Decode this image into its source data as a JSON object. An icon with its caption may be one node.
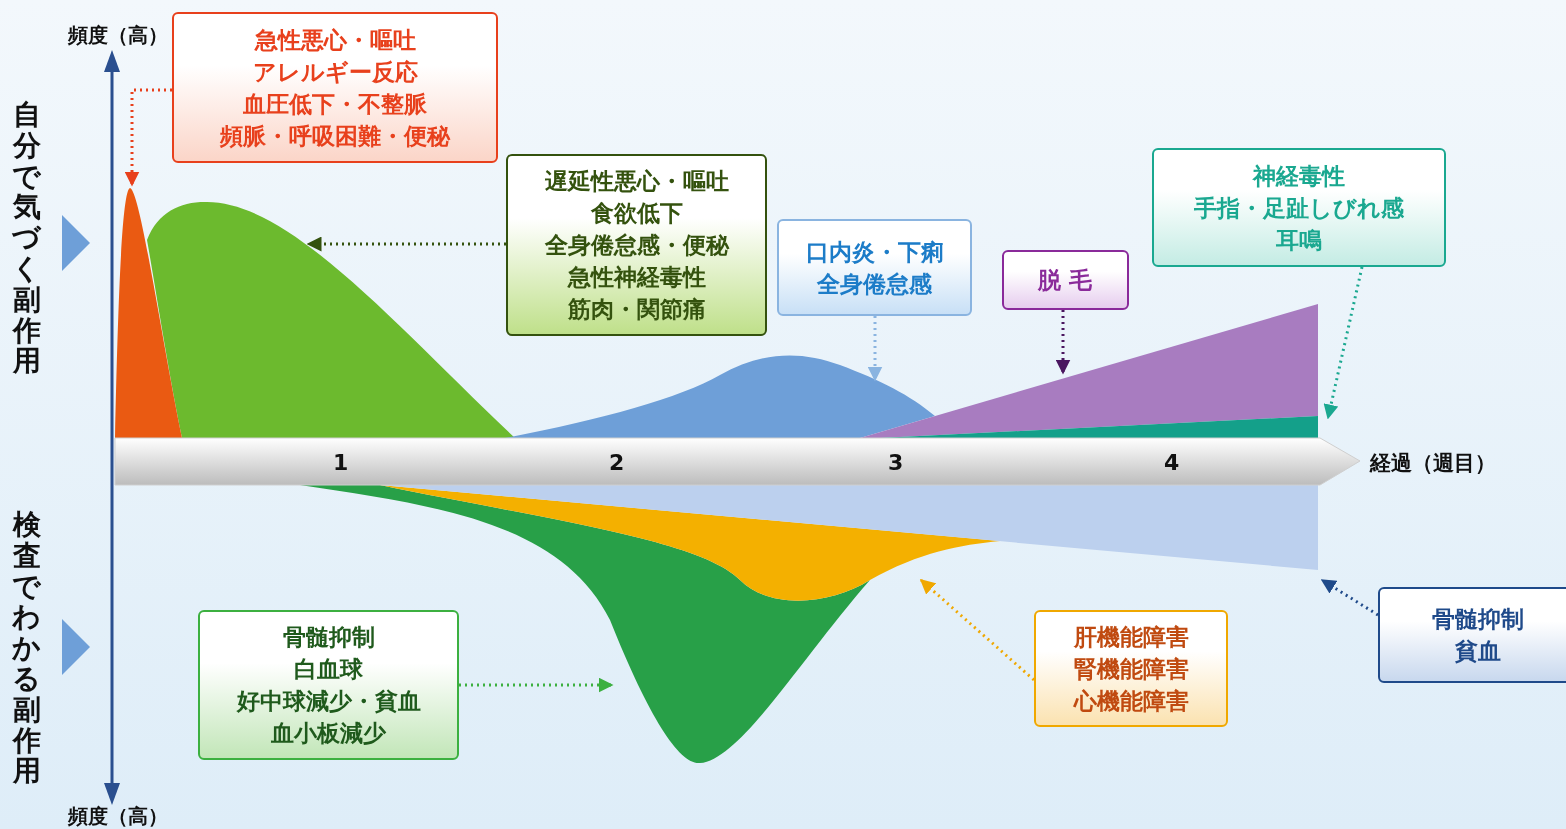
{
  "diagram": {
    "nodes": [
      {
        "text": [
          "急性悪心・嘔吐",
          "アレルギー反応",
          "血圧低下・不整脈",
          "頻脈・呼吸困難・便秘"
        ]
      },
      {
        "text": [],
        "shape": "area"
      },
      {
        "text": [
          "遅延性悪心・嘔吐",
          "食欲低下",
          "全身倦怠感・便秘",
          "急性神経毒性",
          "筋肉・関節痛"
        ]
      },
      {
        "text": [],
        "shape": "area"
      },
      {
        "text": [
          "口内炎・下痢",
          "全身倦怠感"
        ]
      },
      {
        "text": [],
        "shape": "area"
      },
      {
        "text": [
          "脱 毛"
        ]
      },
      {
        "text": [],
        "shape": "area"
      },
      {
        "text": [
          "神経毒性",
          "手指・足趾しびれ感",
          "耳鳴"
        ]
      },
      {
        "text": [],
        "shape": "area"
      },
      {
        "text": [
          "骨髄抑制",
          "白血球",
          "好中球減少・貧血",
          "血小板減少"
        ]
      },
      {
        "text": [],
        "shape": "area"
      },
      {
        "text": [
          "肝機能障害",
          "腎機能障害",
          "心機能障害"
        ]
      },
      {
        "text": [],
        "shape": "area"
      },
      {
        "text": [
          "骨髄抑制",
          "貧血"
        ]
      },
      {
        "text": [],
        "shape": "area"
      }
    ],
    "edges": [
      {
        "from": 0,
        "to": 1,
        "arrow": "to",
        "style": "dashed",
        "color": "#e8401c"
      },
      {
        "from": 2,
        "to": 3,
        "arrow": "to",
        "style": "dashed",
        "color": "#34520e"
      },
      {
        "from": 4,
        "to": 5,
        "arrow": "to",
        "style": "dashed",
        "color": "#8ab4e0"
      },
      {
        "from": 6,
        "to": 7,
        "arrow": "to",
        "style": "dashed",
        "color": "#4a1660"
      },
      {
        "from": 8,
        "to": 9,
        "arrow": "to",
        "style": "dashed",
        "color": "#1aa890"
      },
      {
        "from": 10,
        "to": 11,
        "arrow": "to",
        "style": "dashed",
        "color": "#3cb040"
      },
      {
        "from": 12,
        "to": 13,
        "arrow": "to",
        "style": "dashed",
        "color": "#f0a800"
      },
      {
        "from": 14,
        "to": 15,
        "arrow": "to",
        "style": "dashed",
        "color": "#1f4a8a"
      }
    ],
    "labels": [
      "頻度（高）",
      "自分で気づく副作用",
      "1",
      "2",
      "3",
      "4",
      "経過（週目）",
      "検査でわかる副作用",
      "頻度（高）"
    ]
  }
}
